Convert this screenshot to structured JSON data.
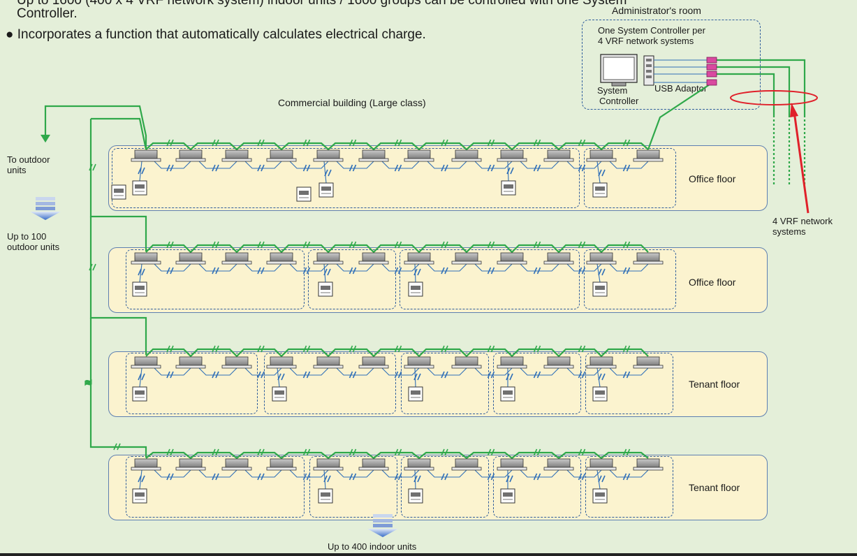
{
  "bullets": {
    "line1_partial": "Up to 1600 (400 x 4 VRF network system) indoor units / 1600 groups can be controlled with one System",
    "line1_cont": "Controller.",
    "line2": "● Incorporates a function that automatically calculates electrical charge."
  },
  "admin": {
    "room_title": "Administrator's room",
    "note_line1": "One System Controller per",
    "note_line2": "4 VRF network systems",
    "controller_line1": "System",
    "controller_line2": "Controller",
    "usb_label": "USB Adaptor"
  },
  "building_title": "Commercial building (Large class)",
  "left_labels": {
    "to_outdoor_line1": "To outdoor",
    "to_outdoor_line2": "units",
    "up_outdoor_line1": "Up to 100",
    "up_outdoor_line2": "outdoor units"
  },
  "right_labels": {
    "vrf_line1": "4 VRF network",
    "vrf_line2": "systems"
  },
  "floors": [
    {
      "name": "Office floor"
    },
    {
      "name": "Office floor"
    },
    {
      "name": "Tenant floor"
    },
    {
      "name": "Tenant floor"
    }
  ],
  "bottom_label": "Up to 400 indoor units",
  "colors": {
    "background": "#e4efd9",
    "floor_fill": "#fbf3cf",
    "network_line": "#2fa84a",
    "remote_line": "#2f6fb8",
    "group_border": "#2f5d9c",
    "usb_port": "#d94aa0",
    "ring": "#e0202a",
    "arrow_blue": "#3a6ec8"
  },
  "icons": [
    "indoor-unit-icon",
    "remote-controller-icon",
    "system-controller-icon",
    "usb-adaptor-icon",
    "down-arrow-icon"
  ]
}
